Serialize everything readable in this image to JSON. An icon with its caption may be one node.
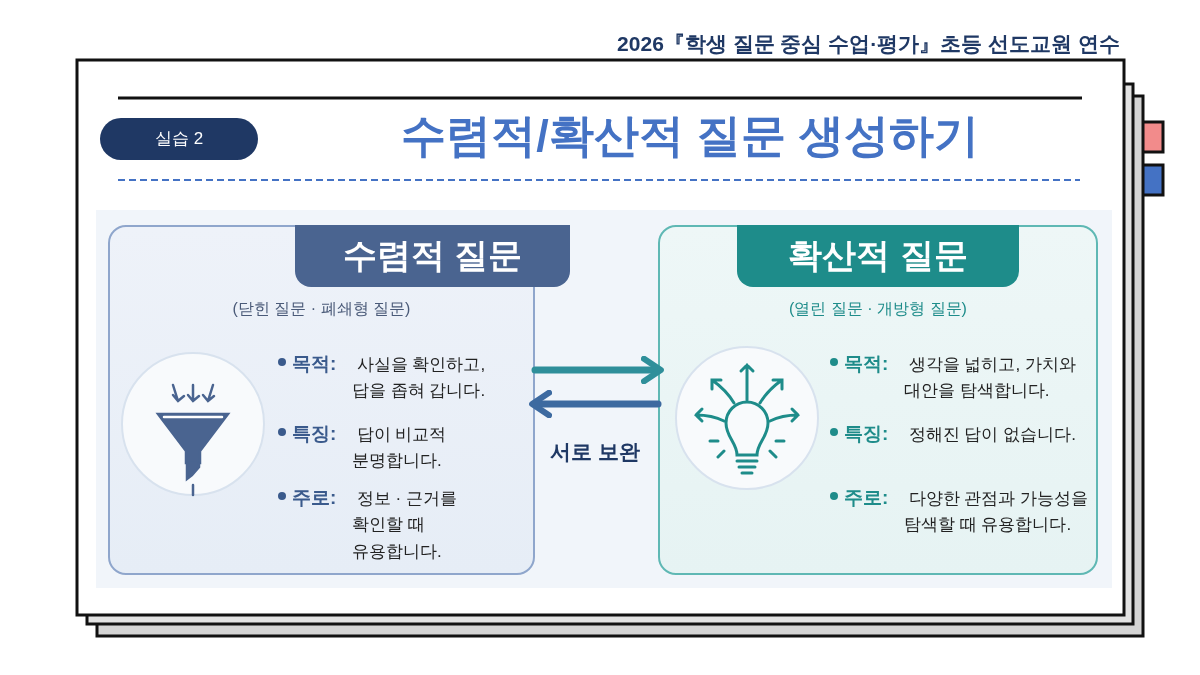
{
  "diagram": {
    "title": "수렴적/확산적 질문 생성하기",
    "nodes": [
      {
        "text": [
          "수렴적 질문",
          "(닫힌 질문 · 폐쇄형 질문)",
          "**목적:** 사실을 확인하고, 답을 좁혀 갑니다.",
          "**특징:** 답이 비교적 분명합니다.",
          "**주로:** 정보 · 근거를 확인할 때 유용합니다."
        ]
      },
      {
        "text": [
          "확산적 질문",
          "(열린 질문 · 개방형 질문)",
          "**목적:** 생각을 넓히고, 가치와 대안을 탐색합니다.",
          "**특징:** 정해진 답이 없습니다.",
          "**주로:** 다양한 관점과 가능성을 탐색할 때 유용합니다."
        ]
      }
    ],
    "edges": [
      {
        "from": 0,
        "to": 1,
        "arrow": "to"
      },
      {
        "from": 1,
        "to": 0,
        "arrow": "to"
      }
    ],
    "labels": [
      "2026『학생 질문 중심 수업·평가』초등 선도교원 연수",
      "실습 2",
      "서로 보완"
    ]
  }
}
